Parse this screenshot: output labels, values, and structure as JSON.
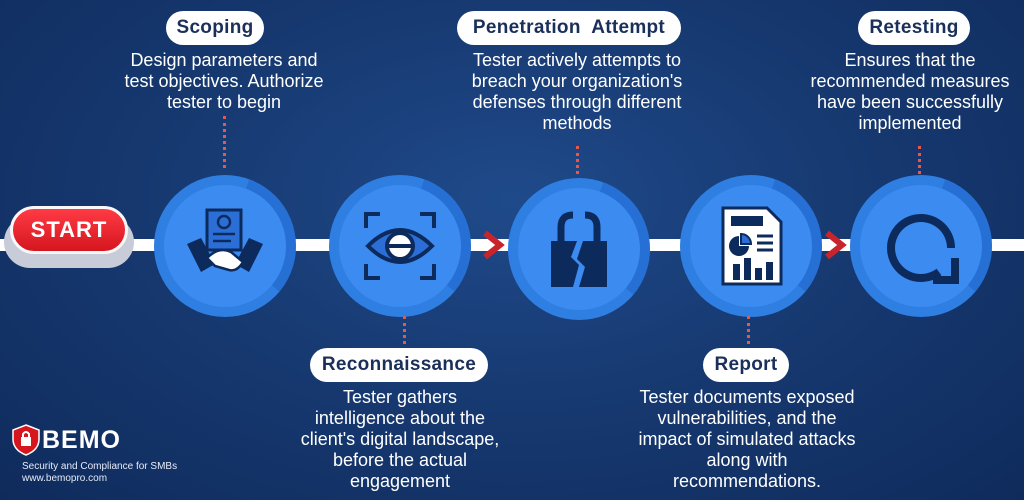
{
  "start_label": "START",
  "steps": [
    {
      "title": "Scoping",
      "desc": [
        "Design parameters and",
        "test objectives. Authorize",
        "tester to begin"
      ]
    },
    {
      "title": "Reconnaissance",
      "desc": [
        "Tester gathers",
        "intelligence about the",
        "client's digital landscape,",
        "before the actual",
        "engagement"
      ]
    },
    {
      "title": "Penetration  Attempt",
      "desc": [
        "Tester actively attempts to",
        "breach your organization's",
        "defenses through different",
        "methods"
      ]
    },
    {
      "title": "Report",
      "desc": [
        "Tester documents exposed",
        "vulnerabilities, and the",
        "impact of simulated attacks",
        "along with",
        "recommendations."
      ]
    },
    {
      "title": "Retesting",
      "desc": [
        "Ensures that the",
        "recommended measures",
        "have been successfully",
        "implemented"
      ]
    }
  ],
  "brand": {
    "name": "BEMO",
    "tagline": "Security and Compliance for SMBs",
    "url": "www.bemopro.com"
  },
  "icons": [
    "handshake-contract-icon",
    "eye-icon",
    "broken-lock-icon",
    "report-document-icon",
    "refresh-arrow-icon"
  ],
  "colors": {
    "background": "#173a72",
    "circle": "#3b8bf0",
    "accent": "#e8564e",
    "start": "#e21c26"
  }
}
